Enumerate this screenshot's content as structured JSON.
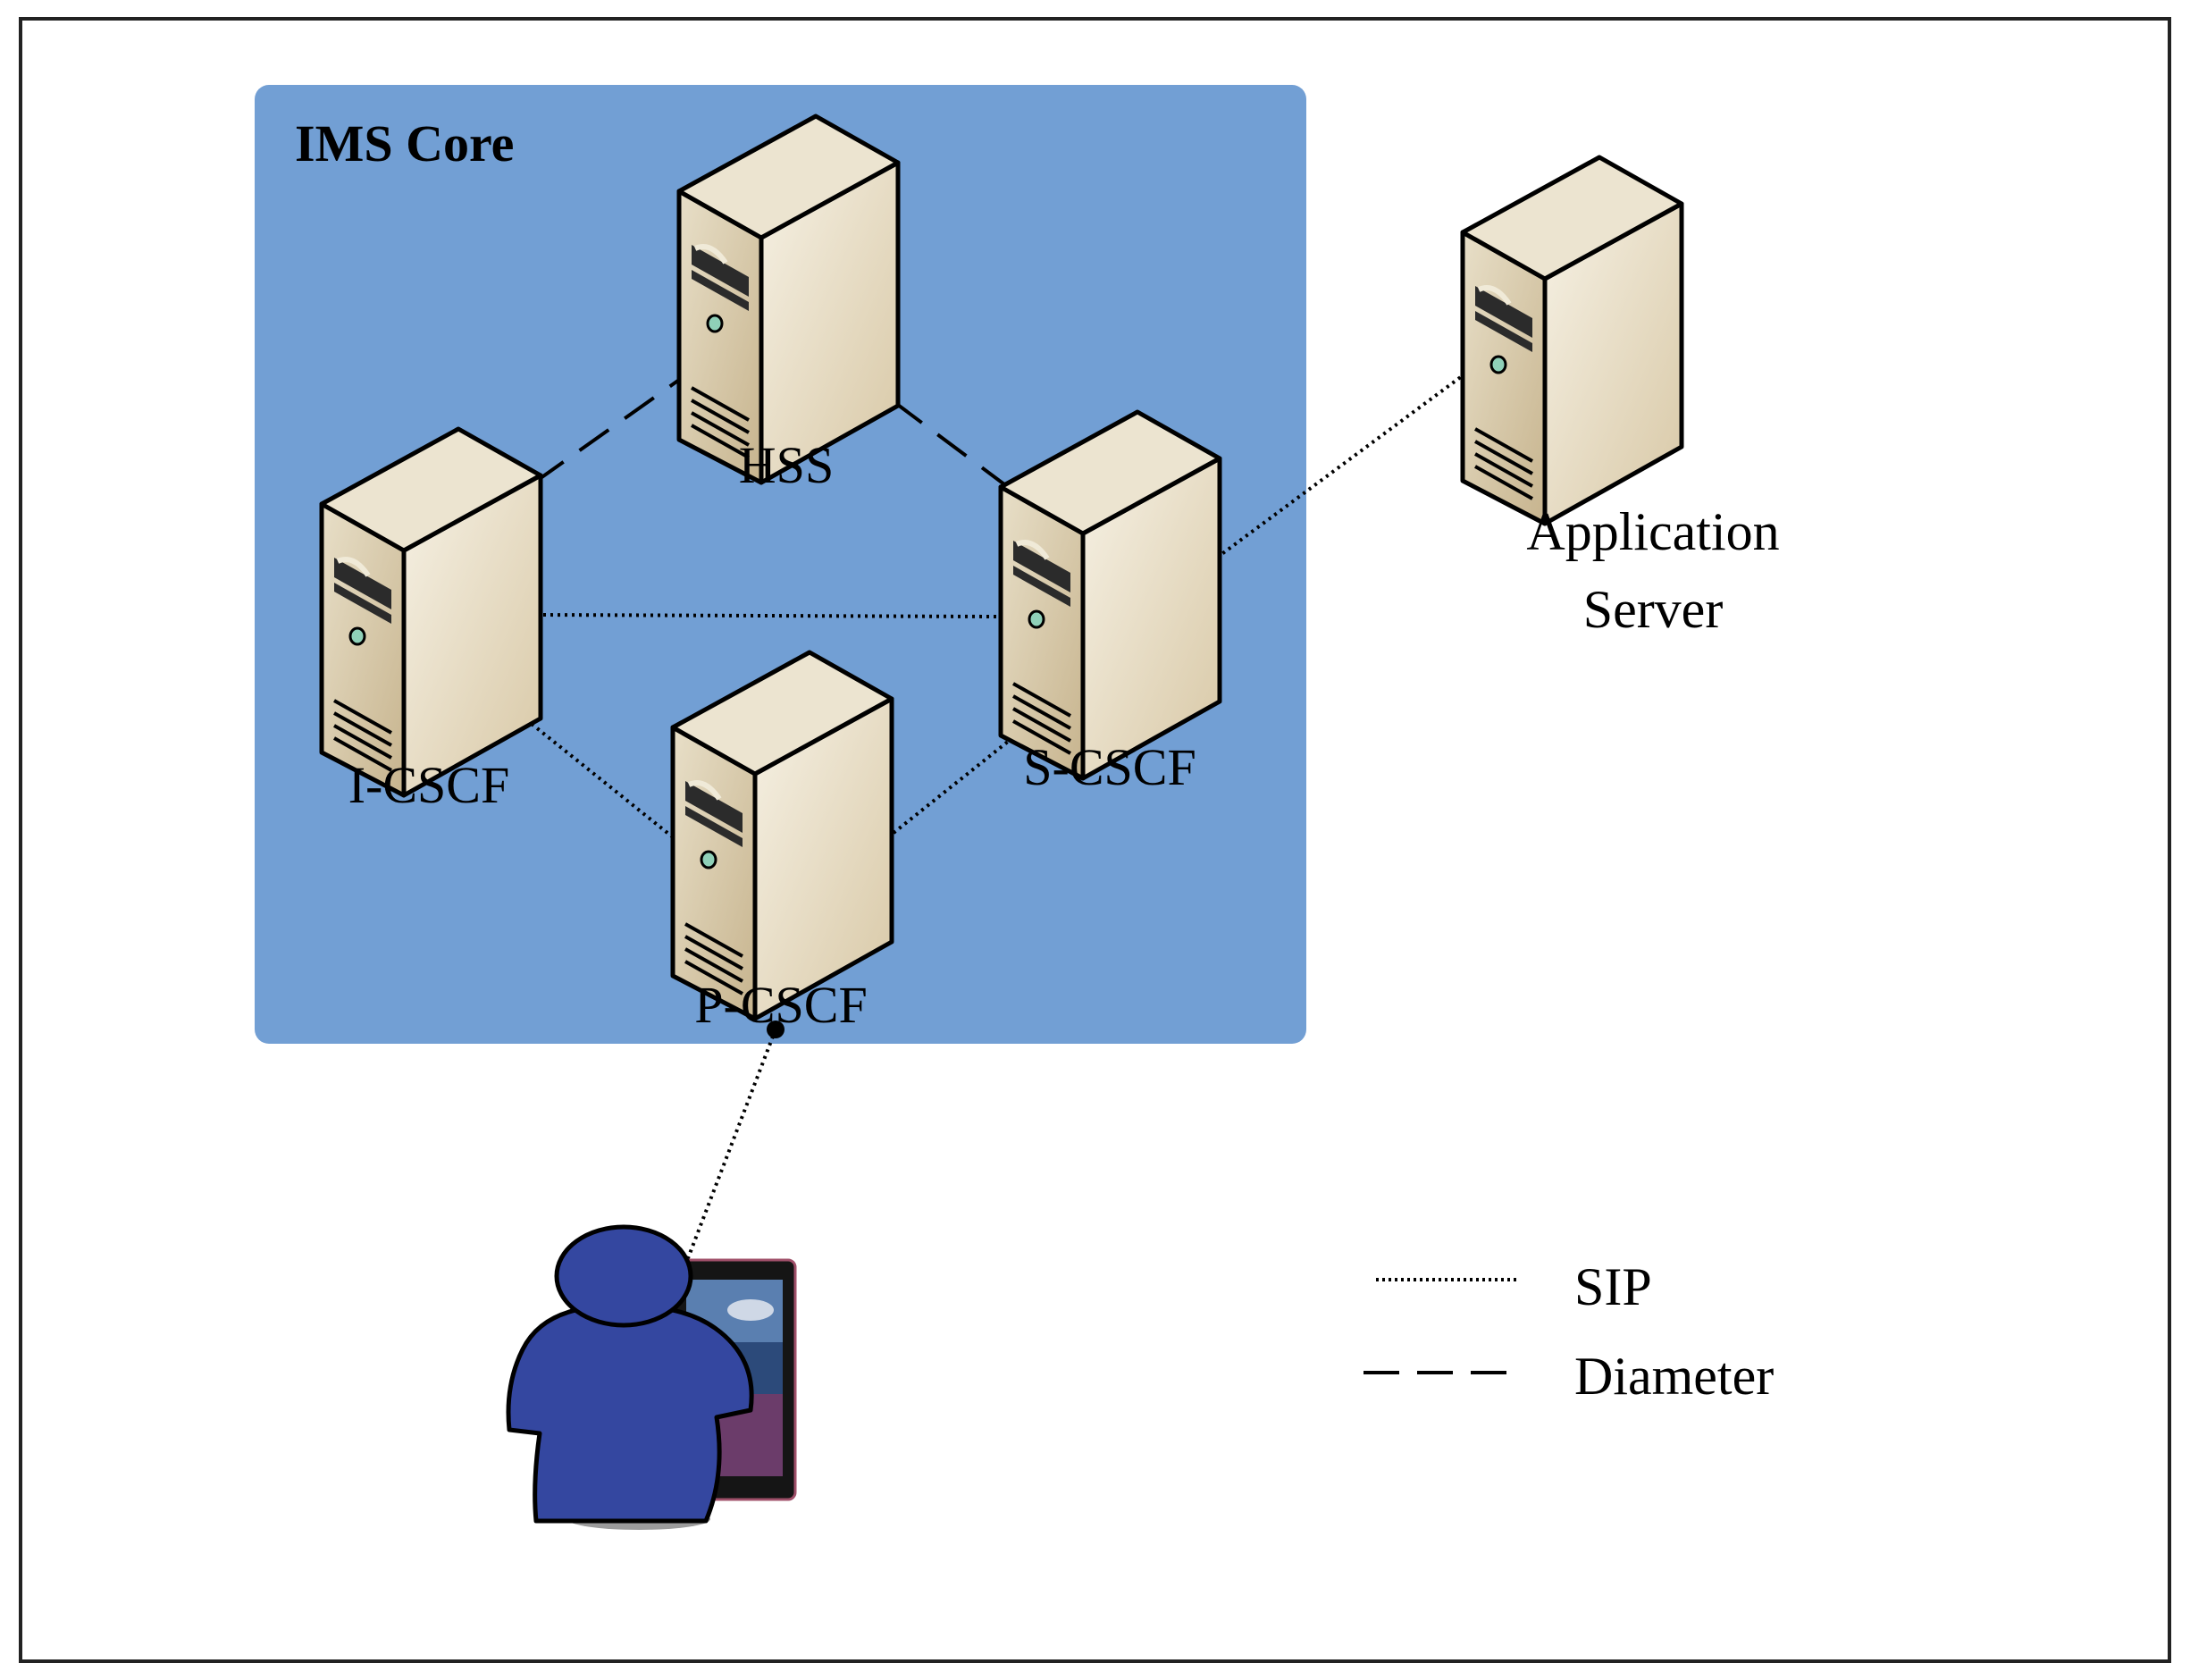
{
  "ims_core": {
    "title": "IMS Core",
    "fill": "#729fd4"
  },
  "nodes": {
    "hss": "HSS",
    "icscf": "I-CSCF",
    "scscf": "S-CSCF",
    "pcscf": "P-CSCF",
    "as_line1": "Application",
    "as_line2": "Server"
  },
  "legend": {
    "sip": "SIP",
    "diameter": "Diameter"
  },
  "links": [
    {
      "from": "I-CSCF",
      "to": "HSS",
      "protocol": "Diameter"
    },
    {
      "from": "HSS",
      "to": "S-CSCF",
      "protocol": "Diameter"
    },
    {
      "from": "I-CSCF",
      "to": "S-CSCF",
      "protocol": "SIP"
    },
    {
      "from": "I-CSCF",
      "to": "P-CSCF",
      "protocol": "SIP"
    },
    {
      "from": "S-CSCF",
      "to": "P-CSCF",
      "protocol": "SIP"
    },
    {
      "from": "S-CSCF",
      "to": "Application Server",
      "protocol": "SIP"
    },
    {
      "from": "User",
      "to": "P-CSCF",
      "protocol": "SIP"
    }
  ],
  "colors": {
    "server_front": "#d9cdb0",
    "server_side": "#efe8d6",
    "server_top": "#e6dcc6",
    "user": "#3447a0"
  }
}
